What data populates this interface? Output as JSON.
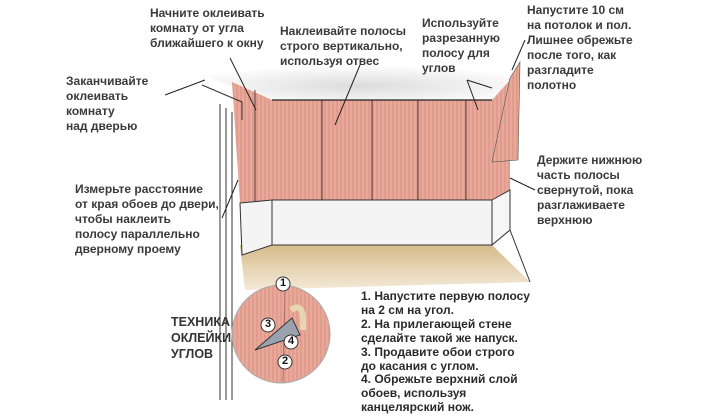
{
  "callouts": {
    "start_corner": [
      "Начните оклеивать",
      "комнату от угла",
      "ближайшего к окну"
    ],
    "vertical": [
      "Наклеивайте полосы",
      "строго вертикально,",
      "используя отвес"
    ],
    "corner_strip": [
      "Используйте",
      "разрезанную",
      "полосу для",
      "углов"
    ],
    "overlap": [
      "Напустите 10 см",
      "на потолок и пол.",
      "Лишнее обрежьте",
      "после того, как",
      "разгладите",
      "полотно"
    ],
    "finish_door": [
      "Заканчивайте",
      "оклеивать",
      "комнату",
      "над дверью"
    ],
    "measure": [
      "Измерьте расстояние",
      "от края обоев до двери,",
      "чтобы наклеить",
      "полосу параллельно",
      "дверному проему"
    ],
    "hold_bottom": [
      "Держите нижнюю",
      "часть полосы",
      "свернутой, пока",
      "разглаживаете",
      "верхнюю"
    ]
  },
  "corner_technique": {
    "title": [
      "ТЕХНИКА",
      "ОКЛЕЙКИ",
      "УГЛОВ"
    ],
    "markers": [
      "1",
      "2",
      "3",
      "4"
    ],
    "steps": [
      "1. Напустите первую полосу",
      "на 2 см на угол.",
      "2. На прилегающей стене",
      "сделайте такой же напуск.",
      "3. Продавите обои строго",
      "до касания с углом.",
      "4. Обрежьте верхний слой",
      "обоев, используя",
      "канцелярский нож."
    ]
  },
  "colors": {
    "wallpaper": "#e8a597",
    "floor": "#dcc49a",
    "ceiling": "#e6e6e6"
  }
}
